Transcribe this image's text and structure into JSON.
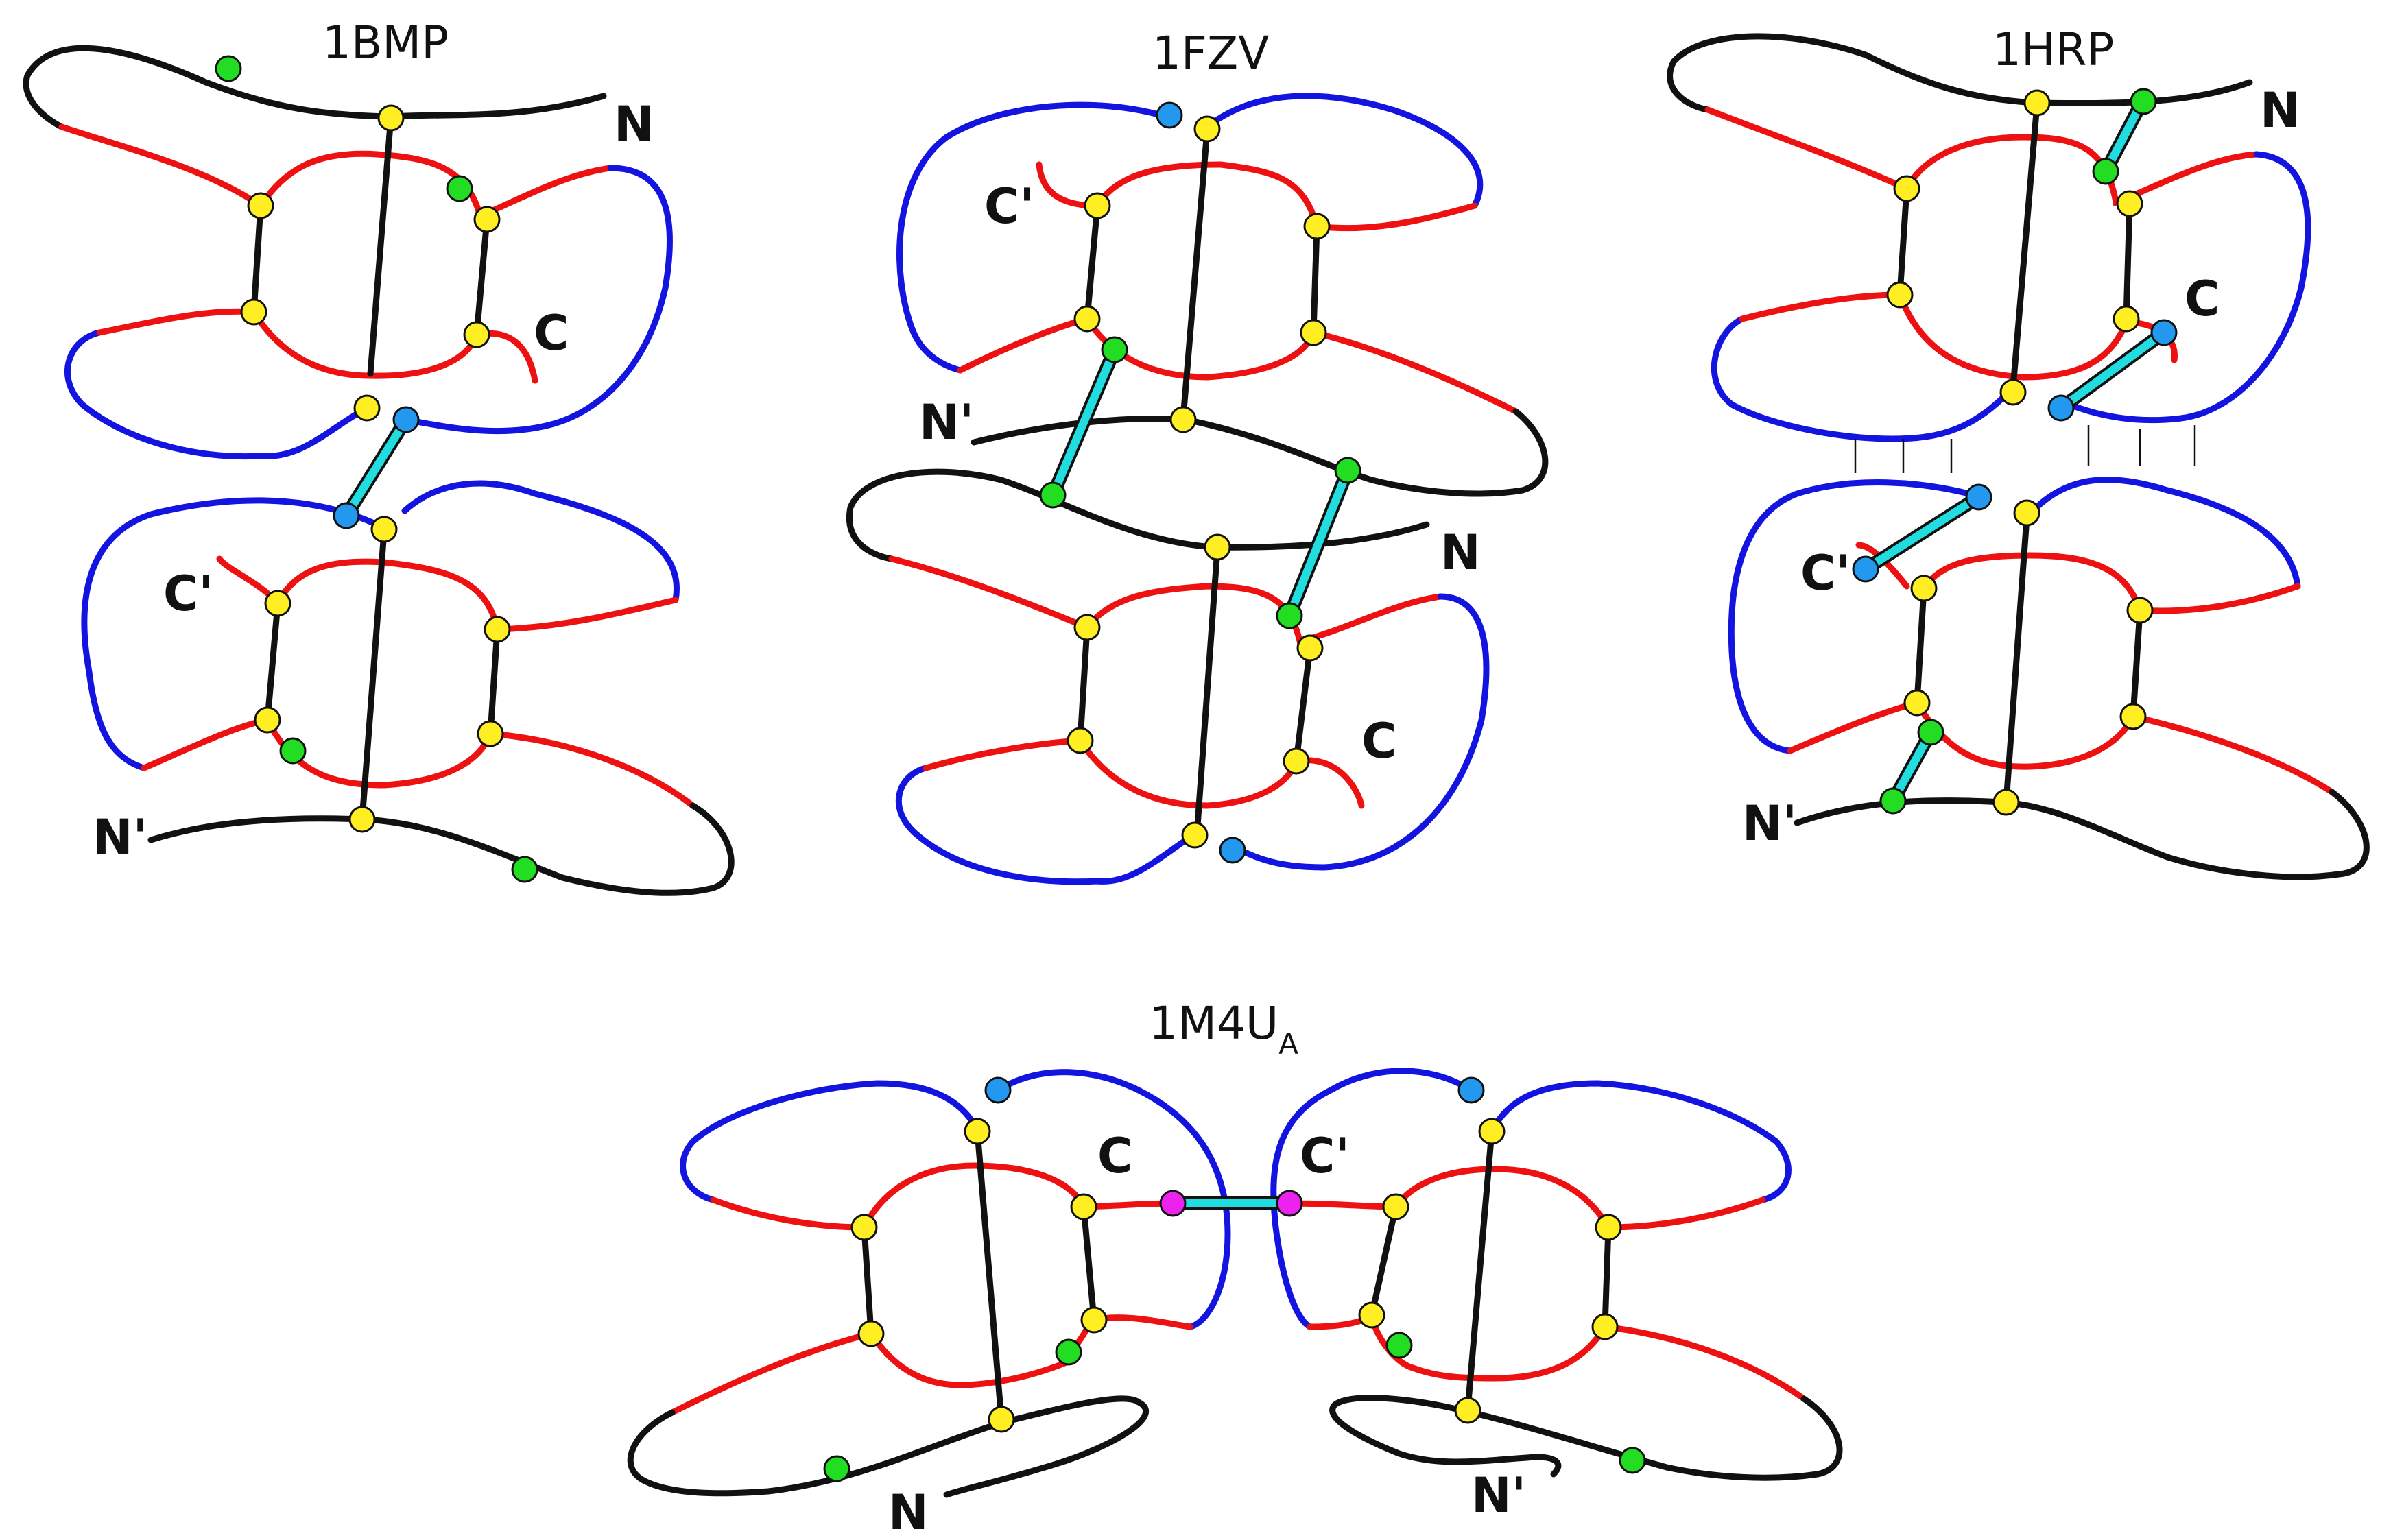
{
  "colors": {
    "backbone": "#111111",
    "loop_red": "#ee1111",
    "loop_blue": "#1414e0",
    "bridge": "#22dde0",
    "residue_yellow": "#ffee22",
    "residue_green": "#22dd22",
    "residue_blue": "#2299ee",
    "residue_magenta": "#ee22ee"
  },
  "panels": [
    {
      "id": "p1bmp",
      "title": "1BMP",
      "labels": [
        "N",
        "C",
        "C'",
        "N'"
      ]
    },
    {
      "id": "p1fzv",
      "title": "1FZV",
      "labels": [
        "C'",
        "N'",
        "N",
        "C"
      ]
    },
    {
      "id": "p1hrp",
      "title": "1HRP",
      "labels": [
        "N",
        "C",
        "C'",
        "N'"
      ]
    },
    {
      "id": "p1m4u",
      "title_main": "1M4U",
      "title_sub": "A",
      "labels": [
        "C",
        "C'",
        "N",
        "N'"
      ]
    }
  ],
  "icons": {
    "yellow_dot": "yellow-residue-icon",
    "green_dot": "green-residue-icon",
    "blue_dot": "blue-residue-icon",
    "magenta_dot": "magenta-residue-icon"
  }
}
